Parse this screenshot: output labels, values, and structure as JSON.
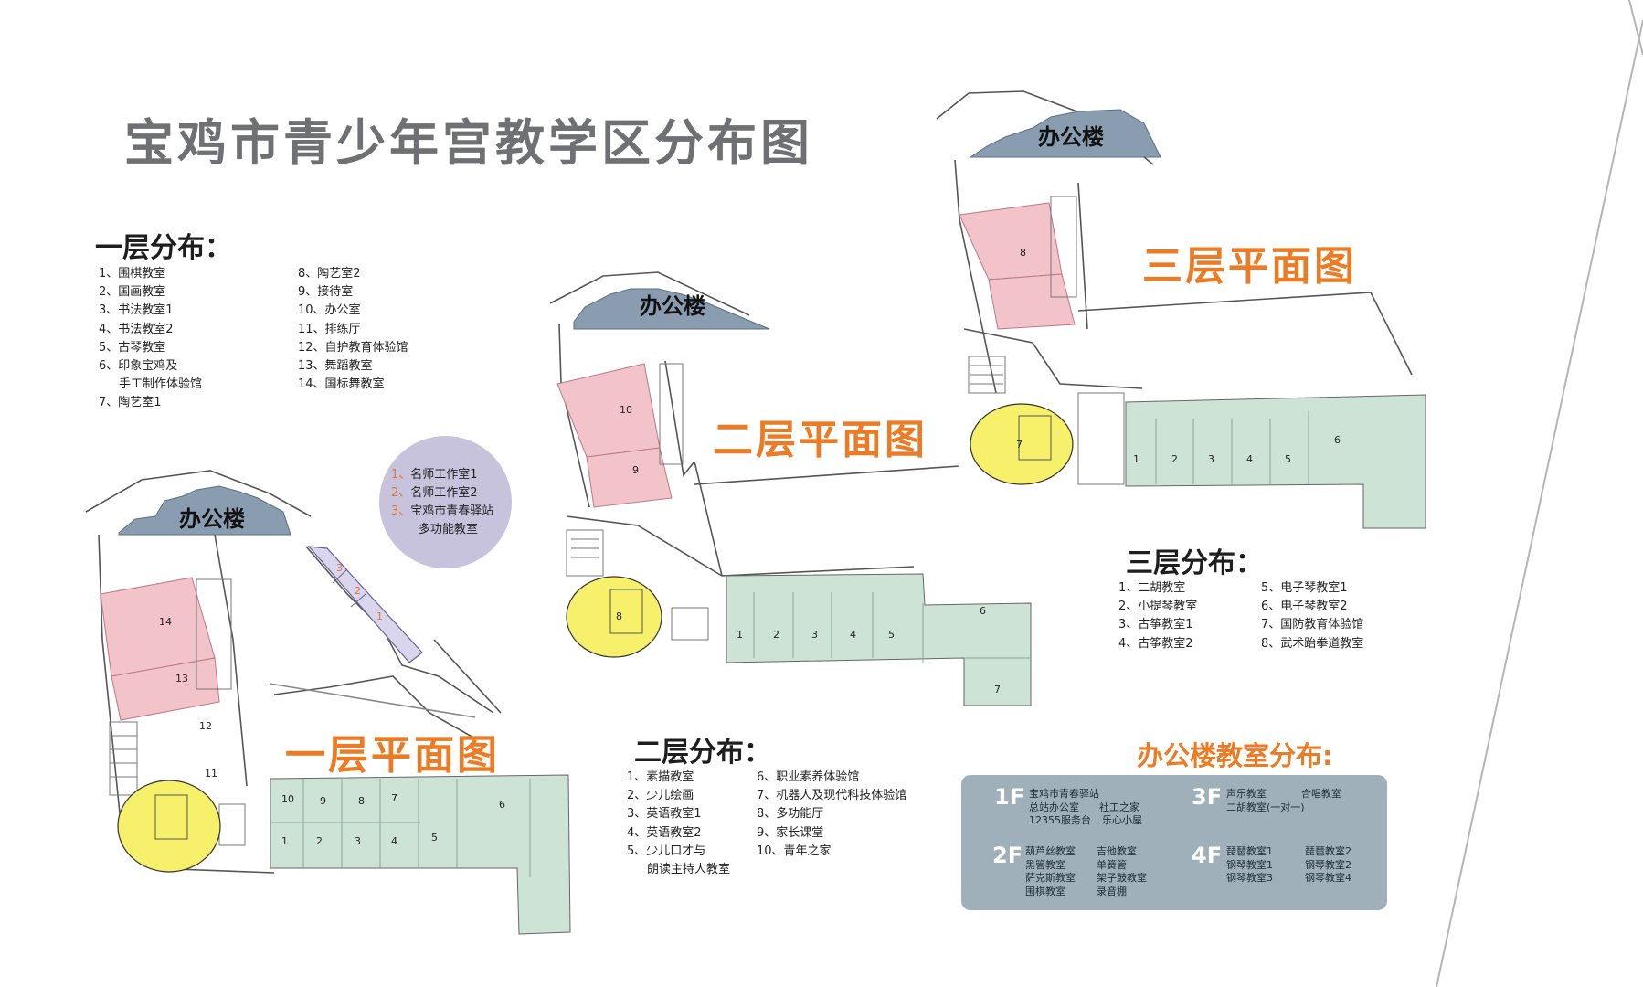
{
  "title": "宝鸡市青少年宫教学区分布图",
  "colors": {
    "title": "#6f7073",
    "accent_orange": "#ec7b25",
    "office_blue": "#8a9db0",
    "pink": "#f2c3c8",
    "green": "#cce3d6",
    "yellow": "#f7f06a",
    "purple": "#d8d5ec",
    "panel": "#9fb0bb"
  },
  "floor1": {
    "heading": "一层分布：",
    "items_left": [
      "1、围棋教室",
      "2、国画教室",
      "3、书法教室1",
      "4、书法教室2",
      "5、古琴教室",
      "6、印象宝鸡及",
      "手工制作体验馆",
      "7、陶艺室1"
    ],
    "items_right": [
      "8、陶艺室2",
      "9、接待室",
      "10、办公室",
      "11、排练厅",
      "12、自护教育体验馆",
      "13、舞蹈教室",
      "14、国标舞教室"
    ],
    "plan_title": "一层平面图",
    "office_label": "办公楼",
    "room_numbers": {
      "r14": "14",
      "r13": "13",
      "r12": "12",
      "r11": "11",
      "r10": "10",
      "r9": "9",
      "r8": "8",
      "r7": "7",
      "r6": "6",
      "r1": "1",
      "r2": "2",
      "r3": "3",
      "r4": "4",
      "r5": "5",
      "c1": "1",
      "c2": "2",
      "c3": "3"
    }
  },
  "circle_legend": {
    "items": [
      {
        "num": "1、",
        "text": "名师工作室1"
      },
      {
        "num": "2、",
        "text": "名师工作室2"
      },
      {
        "num": "3、",
        "text": "宝鸡市青春驿站"
      },
      {
        "num": "",
        "text": "多功能教室"
      }
    ]
  },
  "floor2": {
    "heading": "二层分布：",
    "items_left": [
      "1、素描教室",
      "2、少儿绘画",
      "3、英语教室1",
      "4、英语教室2",
      "5、少儿口才与",
      "朗读主持人教室"
    ],
    "items_right": [
      "6、职业素养体验馆",
      "7、机器人及现代科技体验馆",
      "8、多功能厅",
      "9、家长课堂",
      "10、青年之家"
    ],
    "plan_title": "二层平面图",
    "office_label": "办公楼",
    "room_numbers": {
      "r10": "10",
      "r9": "9",
      "r8": "8",
      "r1": "1",
      "r2": "2",
      "r3": "3",
      "r4": "4",
      "r5": "5",
      "r6": "6",
      "r7": "7"
    }
  },
  "floor3": {
    "heading": "三层分布：",
    "items_left": [
      "1、二胡教室",
      "2、小提琴教室",
      "3、古筝教室1",
      "4、古筝教室2"
    ],
    "items_right": [
      "5、电子琴教室1",
      "6、电子琴教室2",
      "7、国防教育体验馆",
      "8、武术跆拳道教室"
    ],
    "plan_title": "三层平面图",
    "office_label": "办公楼",
    "room_numbers": {
      "r8": "8",
      "r7": "7",
      "r1": "1",
      "r2": "2",
      "r3": "3",
      "r4": "4",
      "r5": "5",
      "r6": "6"
    }
  },
  "office_building": {
    "heading": "办公楼教室分布:",
    "f1": {
      "label": "1F",
      "lines": [
        "宝鸡市青春驿站",
        "总站办公室",
        "社工之家",
        "12355服务台",
        "乐心小屋"
      ]
    },
    "f2": {
      "label": "2F",
      "col1": [
        "葫芦丝教室",
        "黑管教室",
        "萨克斯教室",
        "围棋教室"
      ],
      "col2": [
        "吉他教室",
        "单簧管",
        "架子鼓教室",
        "录音棚"
      ]
    },
    "f3": {
      "label": "3F",
      "lines": [
        "声乐教室",
        "合唱教室",
        "二胡教室(一对一)"
      ]
    },
    "f4": {
      "label": "4F",
      "col1": [
        "琵琶教室1",
        "钢琴教室1",
        "钢琴教室3"
      ],
      "col2": [
        "琵琶教室2",
        "钢琴教室2",
        "钢琴教室4"
      ]
    }
  }
}
